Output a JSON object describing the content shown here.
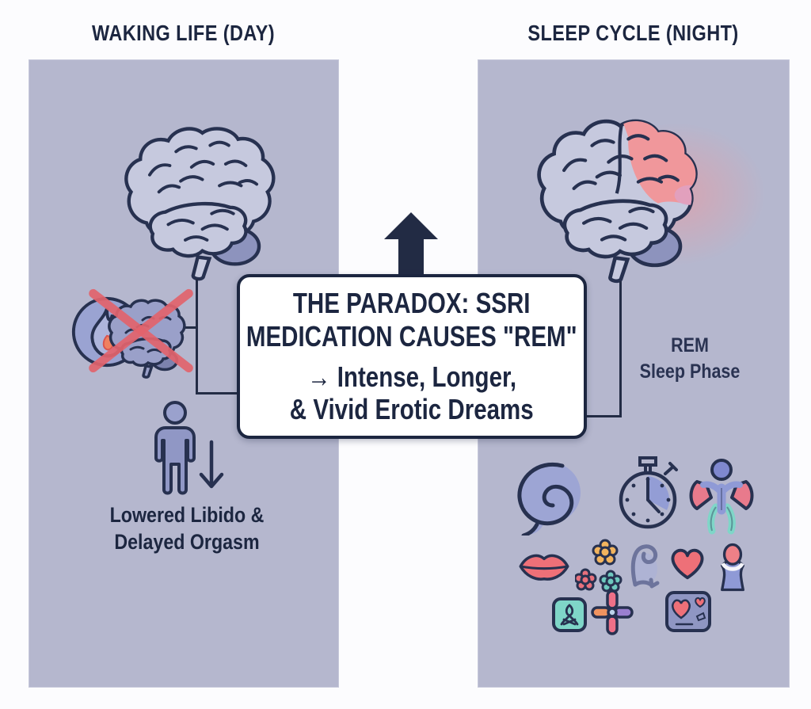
{
  "left_panel": {
    "title": "WAKING LIFE (DAY)",
    "caption_line1": "Lowered Libido &",
    "caption_line2": "Delayed Orgasm",
    "icons": [
      "brain-icon",
      "flame-in-circle-icon",
      "small-brain-icon",
      "red-cross-out-icon",
      "person-icon",
      "down-arrow-icon"
    ]
  },
  "right_panel": {
    "title": "SLEEP CYCLE (NIGHT)",
    "rem_line1": "REM",
    "rem_line2": "Sleep Phase",
    "icons": [
      "brain-rem-icon",
      "dream-swirl-icon",
      "stopwatch-icon",
      "winged-person-icon",
      "lips-icon",
      "flower-cluster-icon",
      "loop-arrow-icon",
      "heart-icon",
      "head-shoulders-icon",
      "teal-badge-icon",
      "bone-cross-icon",
      "love-card-icon"
    ]
  },
  "center_box": {
    "line1": "THE PARADOX: SSRI",
    "line2": "MEDICATION CAUSES \"REM\"",
    "line3": "→ Intense, Longer,",
    "line4": "& Vivid Erotic Dreams",
    "icon": "up-arrow-icon"
  },
  "colors": {
    "panel_bg": "#b5b7ce",
    "ink_navy": "#1c2640",
    "brain_fill": "#c6c9de",
    "brain_lobe": "#8d93bd",
    "rem_highlight": "#f0979b",
    "crossout_red": "#e2636d",
    "person_fill": "#9097c5",
    "accent_blue": "#8f9ad6",
    "lips_red": "#ee7078",
    "teal": "#7fd6c8",
    "orange": "#f2b45e",
    "purple": "#9a7fd0",
    "wing_pink": "#e87a8c"
  }
}
